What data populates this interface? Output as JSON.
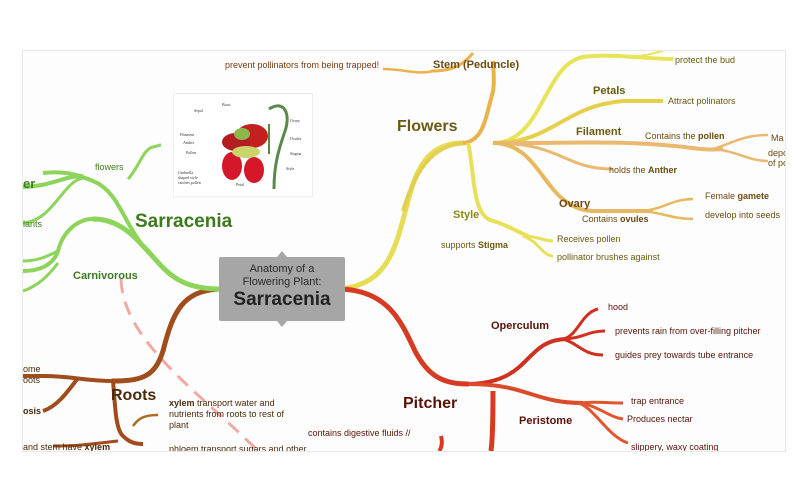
{
  "colors": {
    "flowers": "#e5d24a",
    "pitcher": "#d63a22",
    "roots": "#9b4a1d",
    "sarracenia": "#8cd45a",
    "dashed": "#f1a9a4",
    "text_dark": "#5a4a10",
    "text_flowers": "#6a5a10",
    "text_pitcher": "#5a1208",
    "text_sarr": "#3d7a1e"
  },
  "center": {
    "line1": "Anatomy of a",
    "line2": "Flowering Plant:",
    "line3": "Sarracenia"
  },
  "figure": {
    "labels": [
      "Sepal",
      "Bract",
      "Ovary",
      "Filament",
      "Ovules",
      "Anther",
      "Stigma",
      "Pollen",
      "Style",
      "Umbrella",
      "shaped style",
      "catches pollen",
      "Petal"
    ]
  },
  "branches": {
    "flowers": {
      "title": "Flowers",
      "stem": {
        "label": "Stem (Peduncle)",
        "note": "prevent pollinators from being trapped!"
      },
      "protect": "protect the bud",
      "petals": {
        "label": "Petals",
        "note": "Attract polinators"
      },
      "filament": {
        "label": "Filament",
        "note_pre": "Contains the ",
        "note_bold": "pollen",
        "cut1": "Ma",
        "cut2": "depo",
        "cut3": "of po"
      },
      "anther": {
        "pre": "holds the ",
        "bold": "Anther"
      },
      "ovary": {
        "label": "Ovary",
        "note_pre": "Contains ",
        "note_bold": "ovules",
        "gamete_pre": "Female ",
        "gamete_bold": "gamete",
        "develop": "develop into seeds"
      },
      "style": {
        "label": "Style",
        "note_pre": "supports ",
        "note_bold": "Stigma",
        "receives": "Receives pollen",
        "brushes": "pollinator brushes against"
      }
    },
    "pitcher": {
      "title": "Pitcher",
      "operculum": {
        "label": "Operculum",
        "items": [
          "hood",
          "prevents rain from over-filling pitcher",
          "guides prey towards tube entrance"
        ]
      },
      "peristome": {
        "label": "Peristome",
        "items": [
          "trap entrance",
          "Produces nectar",
          "slippery, waxy coating"
        ]
      },
      "digestive": "contains digestive fluids //"
    },
    "sarracenia": {
      "title": "Sarracenia",
      "flowers": "flowers",
      "plants": "lants",
      "cut_er": "er",
      "carnivorous": "Carnivorous"
    },
    "roots": {
      "title": "Roots",
      "xylem_bold": "xylem",
      "xylem_rest1": " transport water and",
      "xylem_rest2": "nutrients from roots to rest of",
      "xylem_rest3": "plant",
      "phloem": "phloem transport sugars and other",
      "ome": "ome",
      "oots": "oots",
      "osis": "osis",
      "stem_pre": "and stem have ",
      "stem_bold": "xylem"
    }
  }
}
